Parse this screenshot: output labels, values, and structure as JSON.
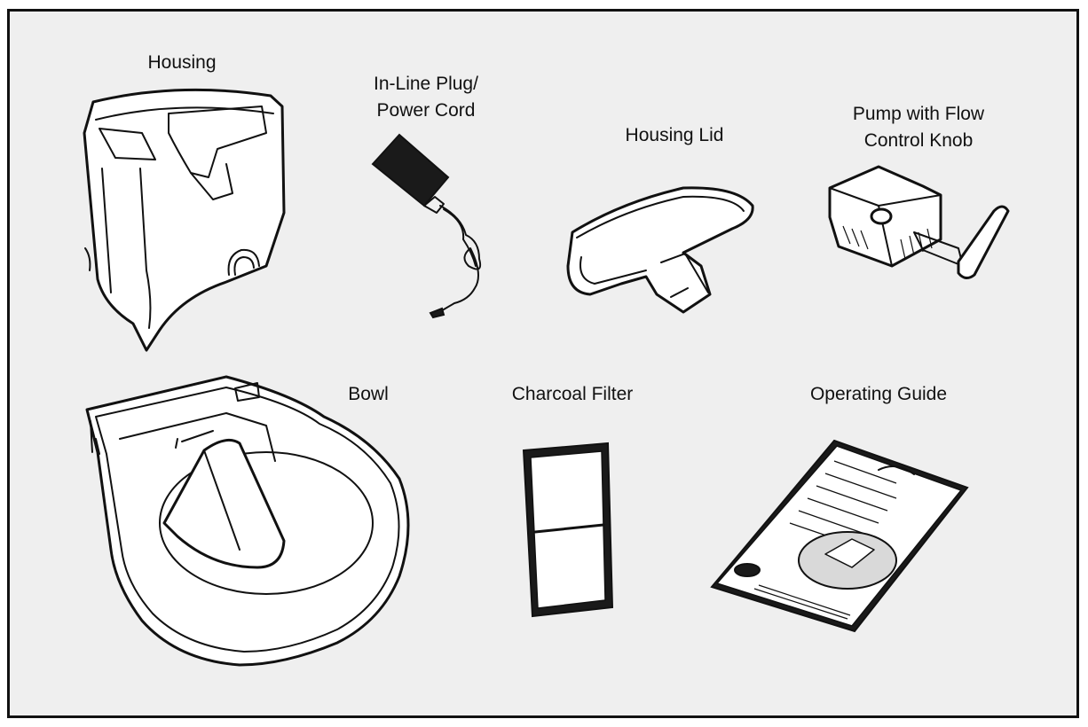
{
  "parts": {
    "housing": "Housing",
    "plug_line1": "In-Line Plug/",
    "plug_line2": "Power Cord",
    "lid": "Housing Lid",
    "pump_line1": "Pump with Flow",
    "pump_line2": "Control Knob",
    "bowl": "Bowl",
    "filter": "Charcoal Filter",
    "guide": "Operating Guide"
  },
  "colors": {
    "background": "#efefef",
    "border": "#111111",
    "line": "#111111"
  }
}
